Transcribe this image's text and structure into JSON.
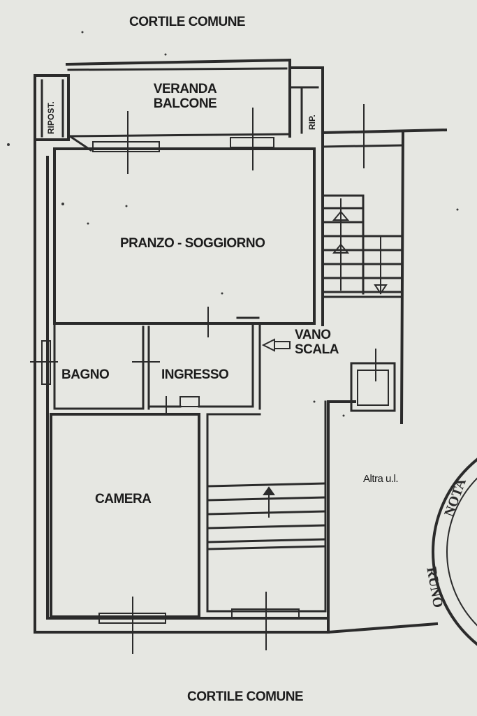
{
  "labels": {
    "courtyard_top": "CORTILE COMUNE",
    "courtyard_bottom": "CORTILE COMUNE",
    "veranda_line1": "VERANDA",
    "veranda_line2": "BALCONE",
    "living_dining": "PRANZO - SOGGIORNO",
    "stairwell_line1": "VANO",
    "stairwell_line2": "SCALA",
    "bathroom": "BAGNO",
    "entrance": "INGRESSO",
    "bedroom": "CAMERA",
    "other_unit": "Altra u.l.",
    "storage_left": "RIPOST.",
    "storage_right": "RIP."
  },
  "seal": {
    "text": "NOTA",
    "text_lower": "RUNO"
  },
  "colors": {
    "paper": "#e6e7e2",
    "ink": "#1c1c1c",
    "wall": "#2b2b2b"
  }
}
